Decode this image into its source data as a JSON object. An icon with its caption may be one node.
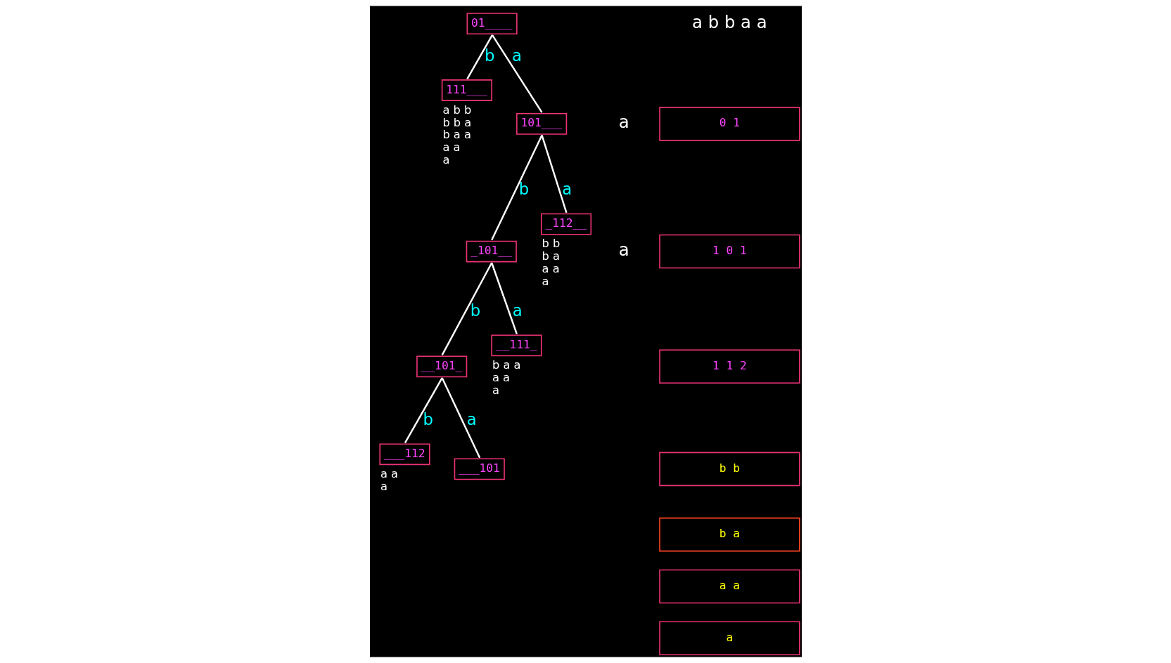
{
  "diagram": {
    "nodes": [
      {
        "text": [
          "01____"
        ]
      },
      {
        "text": [
          "111___"
        ],
        "beside": [
          "a b b",
          "b b a",
          "b a a",
          "a a",
          "a"
        ]
      },
      {
        "text": [
          "101___"
        ]
      },
      {
        "text": [
          "_101__"
        ]
      },
      {
        "text": [
          "_112__"
        ],
        "beside": [
          "b b",
          "b a",
          "a a",
          "a"
        ]
      },
      {
        "text": [
          "__101_"
        ]
      },
      {
        "text": [
          "__111_"
        ],
        "beside": [
          "b a a",
          "a a",
          "a"
        ]
      },
      {
        "text": [
          "___112"
        ],
        "beside": [
          "a a",
          "a"
        ]
      },
      {
        "text": [
          "___101"
        ]
      },
      {
        "text": [
          "0 1"
        ]
      },
      {
        "text": [
          "1 0 1"
        ]
      },
      {
        "text": [
          "1 1 2"
        ]
      },
      {
        "text": [
          "b b"
        ]
      },
      {
        "text": [
          "b a"
        ]
      },
      {
        "text": [
          "a a"
        ]
      },
      {
        "text": [
          "a"
        ]
      }
    ],
    "edges": [
      {
        "from": 0,
        "to": 1,
        "arrow": "none",
        "label": "b"
      },
      {
        "from": 0,
        "to": 2,
        "arrow": "none",
        "label": "a"
      },
      {
        "from": 2,
        "to": 3,
        "arrow": "none",
        "label": "b"
      },
      {
        "from": 2,
        "to": 4,
        "arrow": "none",
        "label": "a"
      },
      {
        "from": 3,
        "to": 5,
        "arrow": "none",
        "label": "b"
      },
      {
        "from": 3,
        "to": 6,
        "arrow": "none",
        "label": "a"
      },
      {
        "from": 5,
        "to": 7,
        "arrow": "none",
        "label": "b"
      },
      {
        "from": 5,
        "to": 8,
        "arrow": "none",
        "label": "a"
      }
    ],
    "labels": [
      "a b b a a",
      "a",
      "a"
    ]
  }
}
